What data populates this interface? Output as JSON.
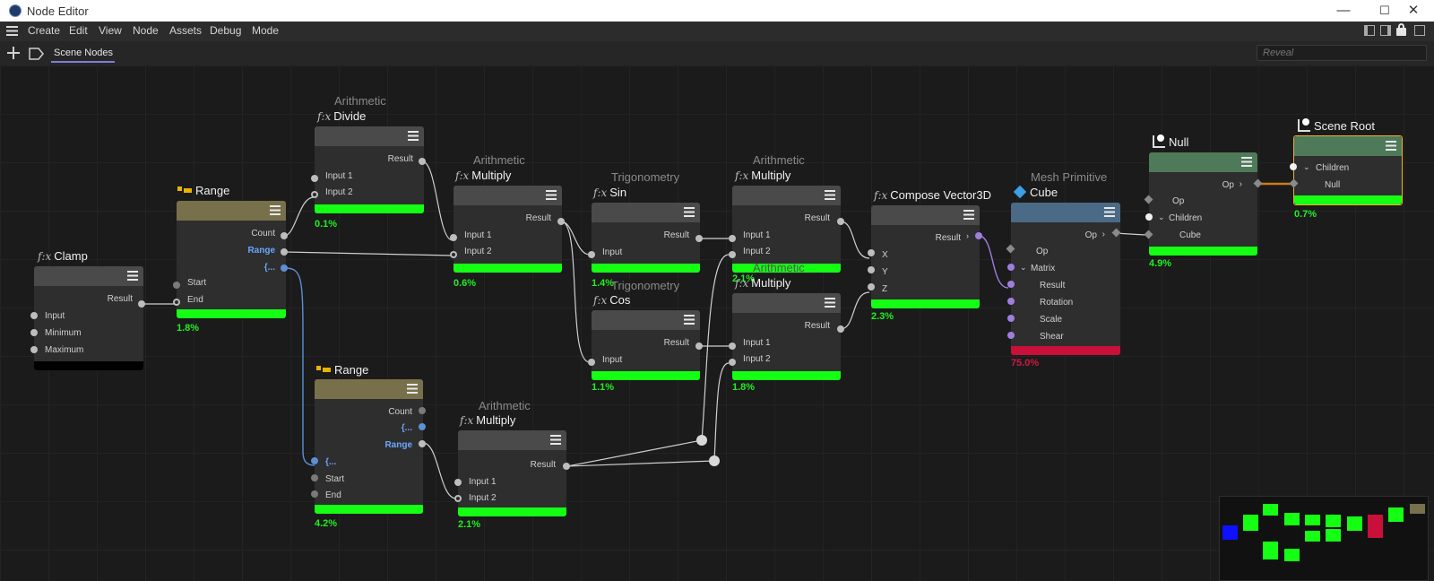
{
  "window": {
    "title": "Node Editor",
    "minimize": "—",
    "maximize": "☐",
    "close": "✕"
  },
  "menu": [
    "Create",
    "Edit",
    "View",
    "Node",
    "Assets",
    "Debug",
    "Mode"
  ],
  "toolbar": {
    "tab": "Scene Nodes",
    "search_placeholder": "Reveal",
    "add_icon": "plus-icon",
    "tag_icon": "tag-icon"
  },
  "nodes": {
    "clamp": {
      "title": "Clamp",
      "outputs": [
        "Result"
      ],
      "inputs": [
        "Input",
        "Minimum",
        "Maximum"
      ]
    },
    "range1": {
      "title": "Range",
      "outputs": [
        "Count",
        "Range",
        "{..."
      ],
      "inputs": [
        "Start",
        "End"
      ],
      "pct": "1.8%"
    },
    "divide": {
      "category": "Arithmetic",
      "title": "Divide",
      "outputs": [
        "Result"
      ],
      "inputs": [
        "Input 1",
        "Input 2"
      ],
      "pct": "0.1%"
    },
    "multiply1": {
      "category": "Arithmetic",
      "title": "Multiply",
      "outputs": [
        "Result"
      ],
      "inputs": [
        "Input 1",
        "Input 2"
      ],
      "pct": "0.6%"
    },
    "sin": {
      "category": "Trigonometry",
      "title": "Sin",
      "outputs": [
        "Result"
      ],
      "inputs": [
        "Input"
      ],
      "pct": "1.4%"
    },
    "cos": {
      "category": "Trigonometry",
      "title": "Cos",
      "outputs": [
        "Result"
      ],
      "inputs": [
        "Input"
      ],
      "pct": "1.1%"
    },
    "multiply2": {
      "category": "Arithmetic",
      "title": "Multiply",
      "outputs": [
        "Result"
      ],
      "inputs": [
        "Input 1",
        "Input 2"
      ],
      "pct": "2.1%"
    },
    "multiply3": {
      "category": "Arithmetic",
      "title": "Multiply",
      "outputs": [
        "Result"
      ],
      "inputs": [
        "Input 1",
        "Input 2"
      ],
      "pct": "1.8%"
    },
    "compose": {
      "title": "Compose Vector3D",
      "outputs": [
        "Result"
      ],
      "inputs": [
        "X",
        "Y",
        "Z"
      ],
      "pct": "2.3%"
    },
    "cube": {
      "category": "Mesh Primitive",
      "title": "Cube",
      "outputs": [
        "Op"
      ],
      "inputs": [
        "Op",
        "Matrix",
        "Result",
        "Rotation",
        "Scale",
        "Shear"
      ],
      "pct": "75.0%"
    },
    "null": {
      "title": "Null",
      "outputs": [
        "Op"
      ],
      "inputs": [
        "Op",
        "Children",
        "Cube"
      ],
      "pct": "4.9%"
    },
    "scene_root": {
      "title": "Scene Root",
      "inputs": [
        "Children",
        "Null"
      ],
      "pct": "0.7%"
    },
    "range2": {
      "title": "Range",
      "outputs": [
        "Count",
        "{...",
        "Range"
      ],
      "inputs": [
        "{...",
        "Start",
        "End"
      ],
      "pct": "4.2%"
    },
    "multiply4": {
      "category": "Arithmetic",
      "title": "Multiply",
      "outputs": [
        "Result"
      ],
      "inputs": [
        "Input 1",
        "Input 2"
      ],
      "pct": "2.1%"
    }
  },
  "colors": {
    "header_default": "#4a4a4a",
    "range_header": "#77704a",
    "cube_header": "#4b6a86",
    "null_header": "#4e7a5a",
    "footer_green": "#14ff14",
    "footer_red": "#c8103a",
    "selected_border": "#f0b020"
  },
  "fx_label": "f:x"
}
